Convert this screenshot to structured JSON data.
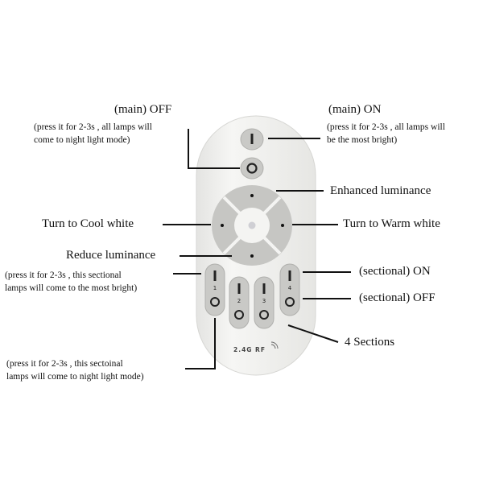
{
  "labels": {
    "main_off": "(main) OFF",
    "main_off_note_1": "(press it for 2-3s , all lamps will",
    "main_off_note_2": "come to night light mode)",
    "main_on": "(main) ON",
    "main_on_note_1": "(press it for 2-3s , all lamps will",
    "main_on_note_2": "be the most bright)",
    "enhanced": "Enhanced luminance",
    "cool": "Turn to Cool white",
    "warm": "Turn to Warm white",
    "reduce": "Reduce luminance",
    "sect_on_note_1": "(press it for 2-3s , this sectional",
    "sect_on_note_2": "lamps will come to the most bright)",
    "sect_on": "(sectional) ON",
    "sect_off": "(sectional) OFF",
    "sections": "4 Sections",
    "sect_off_note_1": "(press it for 2-3s , this sectoinal",
    "sect_off_note_2": "lamps will come to night light mode)"
  },
  "remote": {
    "rf_label": "2.4G RF",
    "section_numbers": [
      "1",
      "2",
      "3",
      "4"
    ]
  },
  "colors": {
    "body": "#f1f1ef",
    "button": "#c9c9c6",
    "line": "#111111"
  }
}
